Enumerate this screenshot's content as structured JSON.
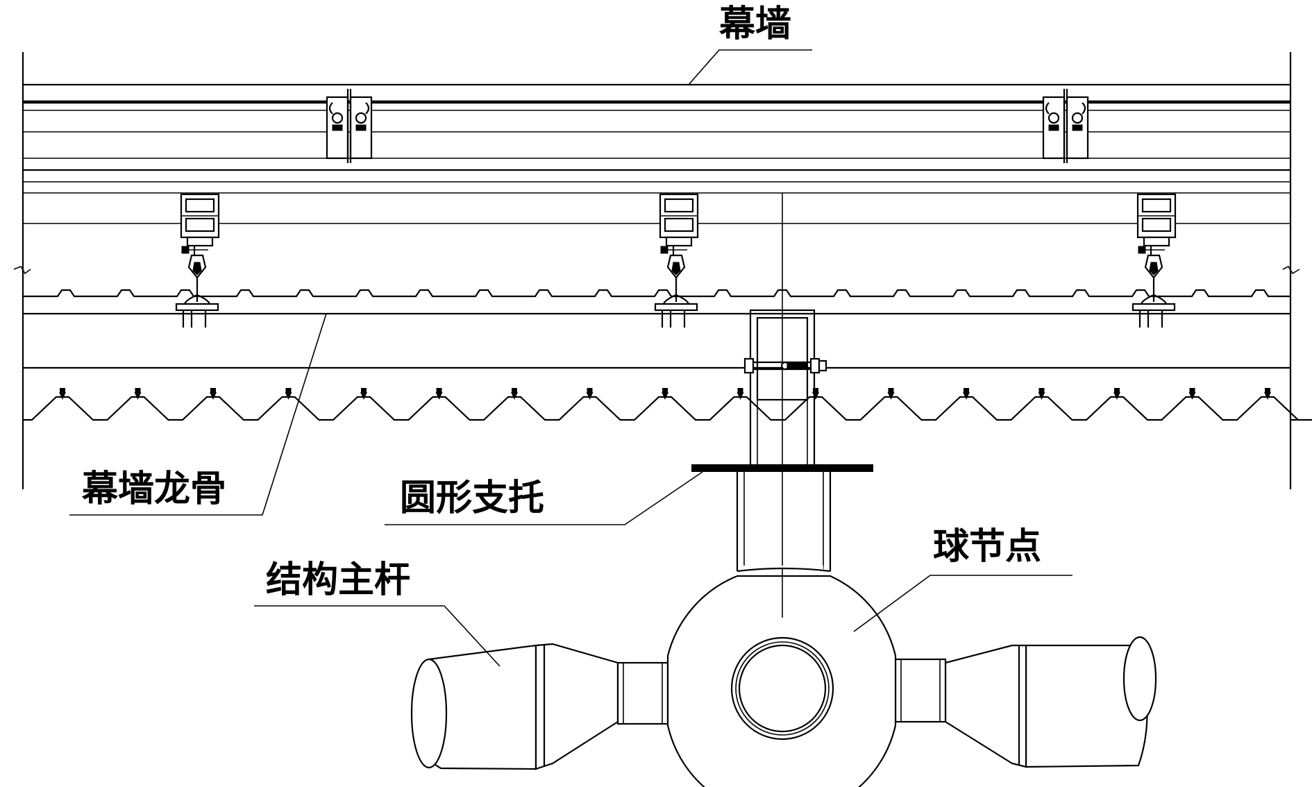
{
  "labels": {
    "curtain_wall": "幕墙",
    "curtain_wall_keel": "幕墙龙骨",
    "circular_support": "圆形支托",
    "ball_joint": "球节点",
    "main_structural_member": "结构主杆"
  },
  "colors": {
    "line": "#000000",
    "background": "#ffffff"
  }
}
